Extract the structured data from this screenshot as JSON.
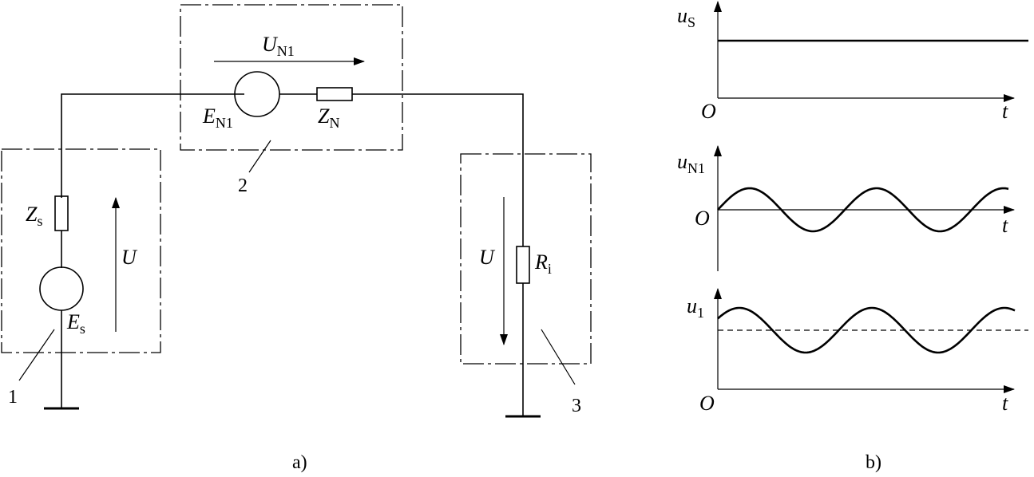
{
  "circuit": {
    "caption": "a)",
    "labels": {
      "U_N1_main": "U",
      "U_N1_sub": "N1",
      "E_N1_main": "E",
      "E_N1_sub": "N1",
      "Z_N_main": "Z",
      "Z_N_sub": "N",
      "Z_s_main": "Z",
      "Z_s_sub": "s",
      "E_s_main": "E",
      "E_s_sub": "s",
      "U_left": "U",
      "U_right": "U",
      "R_i_main": "R",
      "R_i_sub": "i",
      "num1": "1",
      "num2": "2",
      "num3": "3"
    }
  },
  "waveforms": {
    "caption": "b)",
    "plot1": {
      "y_main": "u",
      "y_sub": "S",
      "origin": "O",
      "x": "t"
    },
    "plot2": {
      "y_main": "u",
      "y_sub": "N1",
      "origin": "O",
      "x": "t"
    },
    "plot3": {
      "y_main": "u",
      "y_sub": "1",
      "origin": "O",
      "x": "t"
    }
  }
}
